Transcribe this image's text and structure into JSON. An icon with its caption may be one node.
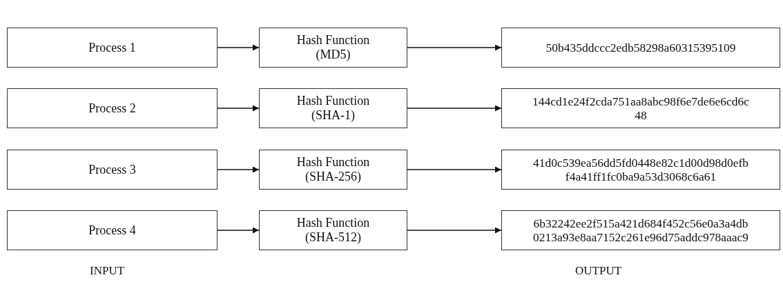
{
  "diagram": {
    "nodes": [
      {
        "text": [
          "Process 1"
        ]
      },
      {
        "text": [
          "Hash Function (MD5)"
        ]
      },
      {
        "text": [
          "50b435ddccc2edb58298a60315395109"
        ]
      },
      {
        "text": [
          "Process 2"
        ]
      },
      {
        "text": [
          "Hash Function (SHA-1)"
        ]
      },
      {
        "text": [
          "144cd1e24f2cda751aa8abc98f6e7de6e6cd6c 48"
        ]
      },
      {
        "text": [
          "Process 3"
        ]
      },
      {
        "text": [
          "Hash Function (SHA-256)"
        ]
      },
      {
        "text": [
          "41d0c539ea56dd5fd0448e82c1d00d98d0efb f4a41ff1fc0ba9a53d3068c6a61"
        ]
      },
      {
        "text": [
          "Process 4"
        ]
      },
      {
        "text": [
          "Hash Function (SHA-512)"
        ]
      },
      {
        "text": [
          "6b32242ee2f515a421d684f452c56e0a3a4db 0213a93e8aa7152c261e96d75addc978aaac9"
        ]
      }
    ],
    "edges": [
      {
        "from": 0,
        "to": 1,
        "arrow": "to"
      },
      {
        "from": 1,
        "to": 2,
        "arrow": "to"
      },
      {
        "from": 3,
        "to": 4,
        "arrow": "to"
      },
      {
        "from": 4,
        "to": 5,
        "arrow": "to"
      },
      {
        "from": 6,
        "to": 7,
        "arrow": "to"
      },
      {
        "from": 7,
        "to": 8,
        "arrow": "to"
      },
      {
        "from": 9,
        "to": 10,
        "arrow": "to"
      },
      {
        "from": 10,
        "to": 11,
        "arrow": "to"
      }
    ],
    "labels": [
      "INPUT",
      "OUTPUT"
    ]
  }
}
